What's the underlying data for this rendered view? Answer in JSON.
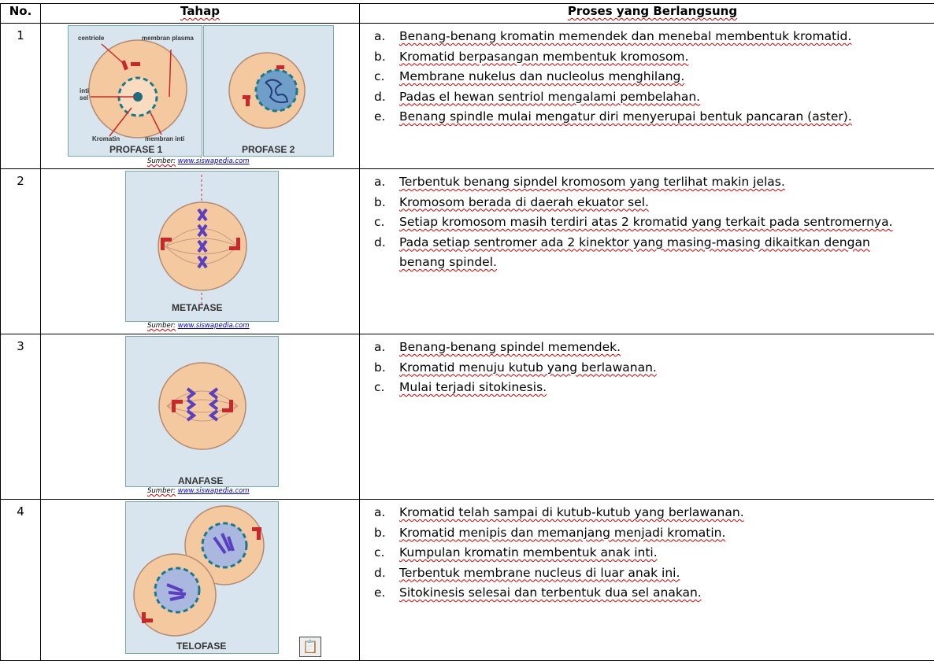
{
  "header": {
    "no": "No.",
    "stage": "Tahap",
    "process": "Proses yang Berlangsung"
  },
  "source": {
    "label": "Sumber:",
    "url": "www.siswapedia.com"
  },
  "rows": [
    {
      "no": "1",
      "figures": [
        "PROFASE 1",
        "PROFASE 2"
      ],
      "labels": {
        "centriole": "centriole",
        "plasma": "membran plasma",
        "inti": "inti",
        "sel": "sel",
        "kromatin": "Kromatin",
        "membran_inti": "membran inti"
      },
      "items": [
        {
          "letter": "a.",
          "text": "Benang-benang kromatin memendek dan menebal membentuk kromatid."
        },
        {
          "letter": "b.",
          "text": "Kromatid berpasangan membentuk kromosom."
        },
        {
          "letter": "c.",
          "text": "Membrane nukelus dan nucleolus menghilang."
        },
        {
          "letter": "d.",
          "text": "Padas el hewan sentriol mengalami pembelahan."
        },
        {
          "letter": "e.",
          "text": "Benang spindle mulai mengatur diri menyerupai bentuk pancaran (aster)."
        }
      ]
    },
    {
      "no": "2",
      "figures": [
        "METAFASE"
      ],
      "items": [
        {
          "letter": "a.",
          "text": "Terbentuk benang sipndel kromosom yang terlihat makin jelas."
        },
        {
          "letter": "b.",
          "text": "Kromosom berada di daerah ekuator sel."
        },
        {
          "letter": "c.",
          "text": "Setiap kromosom masih terdiri atas 2 kromatid yang terkait pada sentromernya."
        },
        {
          "letter": "d.",
          "text": "Pada setiap sentromer ada 2 kinektor yang masing-masing dikaitkan dengan benang spindel."
        }
      ]
    },
    {
      "no": "3",
      "figures": [
        "ANAFASE"
      ],
      "items": [
        {
          "letter": "a.",
          "text": "Benang-benang spindel memendek."
        },
        {
          "letter": "b.",
          "text": "Kromatid menuju kutub yang berlawanan."
        },
        {
          "letter": "c.",
          "text": "Mulai terjadi sitokinesis."
        }
      ]
    },
    {
      "no": "4",
      "figures": [
        "TELOFASE"
      ],
      "items": [
        {
          "letter": "a.",
          "text": "Kromatid telah sampai di kutub-kutub yang berlawanan."
        },
        {
          "letter": "b.",
          "text": "Kromatid menipis dan memanjang menjadi kromatin."
        },
        {
          "letter": "c.",
          "text": "Kumpulan kromatin membentuk anak inti."
        },
        {
          "letter": "d.",
          "text": "Terbentuk membrane nucleus di luar anak ini."
        },
        {
          "letter": "e.",
          "text": "Sitokinesis selesai dan terbentuk dua sel anakan."
        }
      ]
    }
  ]
}
